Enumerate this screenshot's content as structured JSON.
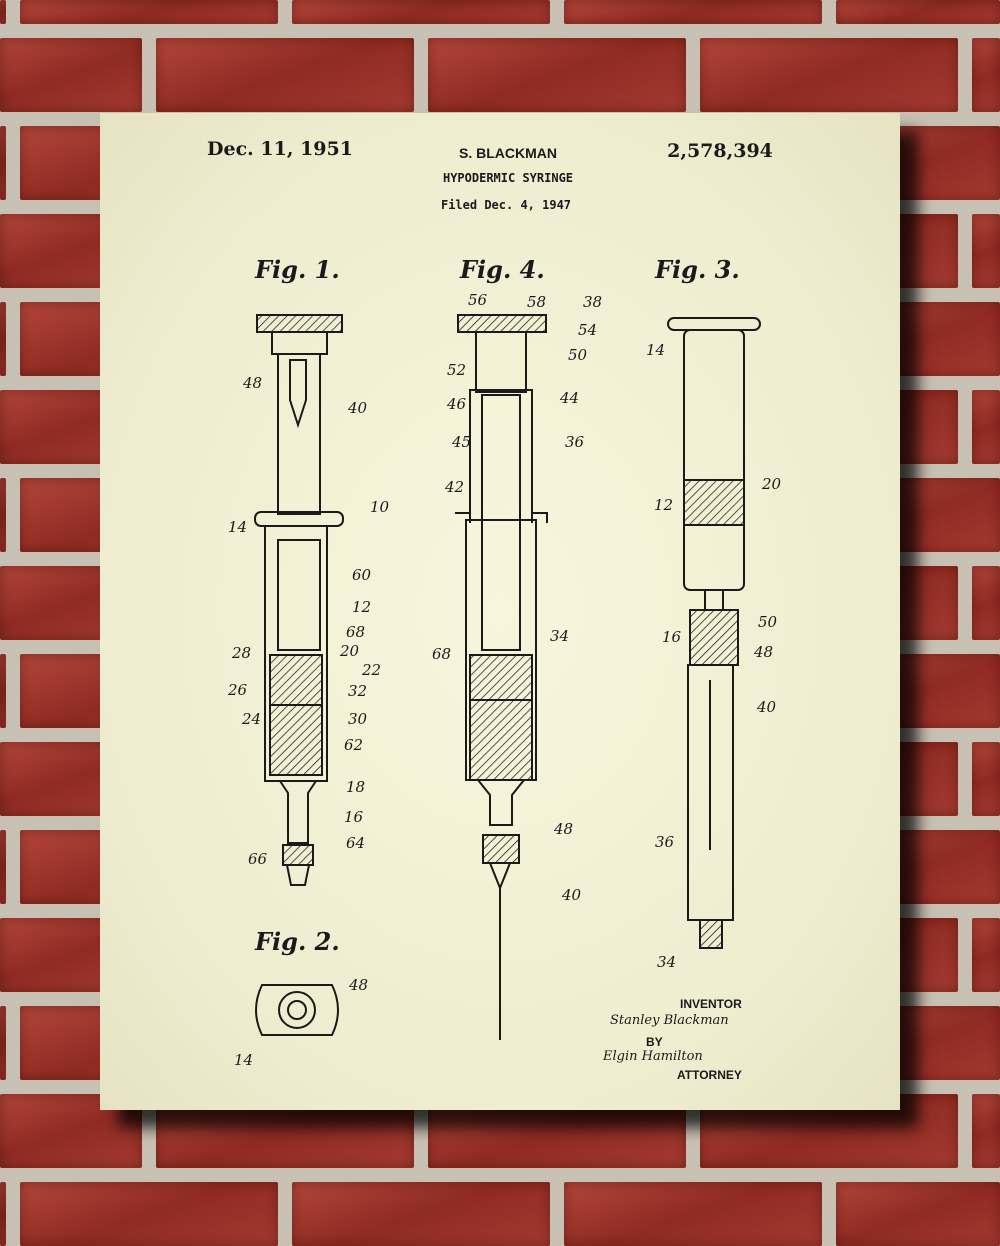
{
  "patent": {
    "date": "Dec. 11, 1951",
    "inventor_header": "S. BLACKMAN",
    "number": "2,578,394",
    "title": "HYPODERMIC SYRINGE",
    "filed": "Filed Dec. 4, 1947"
  },
  "figures": {
    "fig1": "Fig. 1.",
    "fig2": "Fig. 2.",
    "fig3": "Fig. 3.",
    "fig4": "Fig. 4."
  },
  "fig1_labels": [
    "48",
    "40",
    "10",
    "14",
    "60",
    "12",
    "68",
    "28",
    "20",
    "22",
    "26",
    "32",
    "24",
    "30",
    "62",
    "18",
    "16",
    "64",
    "66"
  ],
  "fig4_labels": [
    "56",
    "58",
    "38",
    "54",
    "50",
    "52",
    "46",
    "44",
    "45",
    "36",
    "42",
    "34",
    "68",
    "48",
    "40"
  ],
  "fig3_labels": [
    "14",
    "20",
    "12",
    "50",
    "16",
    "48",
    "40",
    "36",
    "34"
  ],
  "fig2_labels": [
    "48",
    "14"
  ],
  "signature": {
    "inventor_label": "INVENTOR",
    "inventor_name": "Stanley Blackman",
    "by": "BY",
    "attorney_signature": "Elgin Hamilton",
    "attorney_label": "ATTORNEY"
  },
  "colors": {
    "paper": "#f2f0d6",
    "brick": "#9c3329",
    "ink": "#1a1a1a"
  }
}
